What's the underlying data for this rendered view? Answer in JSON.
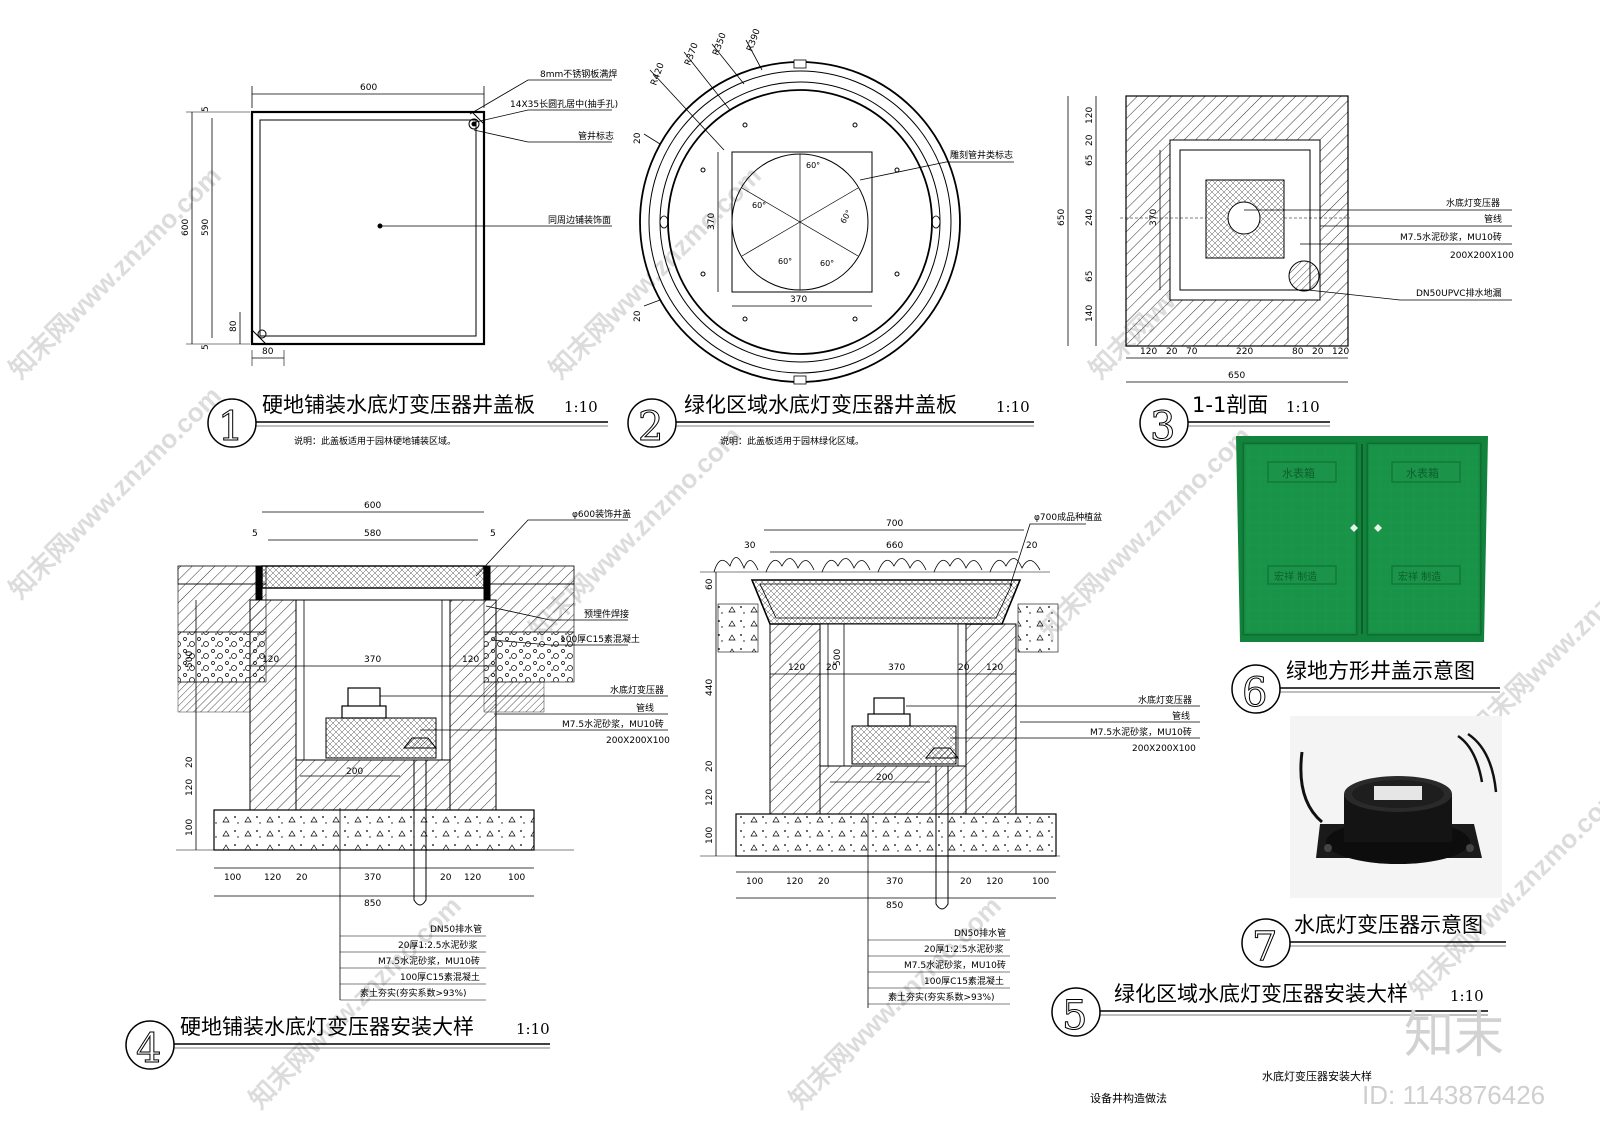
{
  "drawings": {
    "d1": {
      "number": "1",
      "title": "硬地铺装水底灯变压器井盖板",
      "scale": "1:10",
      "note": "说明：此盖板适用于园林硬地铺装区域。",
      "dims": {
        "top": "600",
        "left_outer": "600",
        "left_inner": "590",
        "left_top": "5",
        "left_bottom": "5",
        "corner_h": "80",
        "corner_w": "80"
      },
      "callouts": [
        "8mm不锈钢板满焊",
        "14X35长圆孔居中(抽手孔)",
        "管井标志",
        "同周边铺装饰面"
      ]
    },
    "d2": {
      "number": "2",
      "title": "绿化区域水底灯变压器井盖板",
      "scale": "1:10",
      "note": "说明：此盖板适用于园林绿化区域。",
      "radii": [
        "R420",
        "R370",
        "R350",
        "R390"
      ],
      "dims": {
        "inner_w": "370",
        "inner_h": "370",
        "gap_top": "20",
        "gap_bottom": "20"
      },
      "angles": [
        "60°",
        "60°",
        "60°",
        "60°",
        "60°"
      ],
      "callouts": [
        "雕刻管井类标志"
      ]
    },
    "d3": {
      "number": "3",
      "title": "1-1剖面",
      "scale": "1:10",
      "dims_left": [
        "120",
        "20",
        "65",
        "240",
        "65",
        "140"
      ],
      "dims_left_total": "650",
      "dims_bottom": [
        "120",
        "20",
        "70",
        "220",
        "80",
        "20",
        "120"
      ],
      "dims_bottom_total": "650",
      "inner": "370",
      "callouts": [
        "水底灯变压器",
        "管线",
        "M7.5水泥砂浆，MU10砖",
        "200X200X100",
        "DN50UPVC排水地漏"
      ]
    },
    "d4": {
      "number": "4",
      "title": "硬地铺装水底灯变压器安装大样",
      "scale": "1:10",
      "dims_top": {
        "outer": "600",
        "inner": "580",
        "left": "5",
        "right": "5"
      },
      "dims_mid": [
        "120",
        "370",
        "120"
      ],
      "dims_left": [
        "500",
        "20",
        "120",
        "100"
      ],
      "dims_bottom": [
        "100",
        "120",
        "20",
        "370",
        "20",
        "120",
        "100"
      ],
      "dims_bottom_total": "850",
      "small": "200",
      "callouts": [
        "φ600装饰井盖",
        "预埋件焊接",
        "100厚C15素混凝土",
        "水底灯变压器",
        "管线",
        "M7.5水泥砂浆，MU10砖",
        "200X200X100"
      ],
      "layers": [
        "DN50排水管",
        "20厚1:2.5水泥砂浆",
        "M7.5水泥砂浆，MU10砖",
        "100厚C15素混凝土",
        "素土夯实(夯实系数>93%)"
      ]
    },
    "d5": {
      "number": "5",
      "title": "绿化区域水底灯变压器安装大样",
      "scale": "1:10",
      "dims_top": {
        "outer": "700",
        "inner": "660",
        "left": "30",
        "right": "20"
      },
      "dims_left": [
        "60",
        "440",
        "20",
        "120",
        "100"
      ],
      "dim_500": "500",
      "dims_mid": [
        "120",
        "20",
        "370",
        "20",
        "120"
      ],
      "dims_bottom": [
        "100",
        "120",
        "20",
        "370",
        "20",
        "120",
        "100"
      ],
      "dims_bottom_total": "850",
      "small": "200",
      "callouts": [
        "φ700成品种植盆",
        "水底灯变压器",
        "管线",
        "M7.5水泥砂浆，MU10砖",
        "200X200X100"
      ],
      "layers": [
        "DN50排水管",
        "20厚1:2.5水泥砂浆",
        "M7.5水泥砂浆，MU10砖",
        "100厚C15素混凝土",
        "素土夯实(夯实系数>93%)"
      ]
    },
    "d6": {
      "number": "6",
      "title": "绿地方形井盖示意图",
      "cover_texts": [
        "水表箱",
        "水表箱",
        "宏祥 制造",
        "宏祥 制造"
      ]
    },
    "d7": {
      "number": "7",
      "title": "水底灯变压器示意图"
    }
  },
  "footer": {
    "left": "设备井构造做法",
    "right": "水底灯变压器安装大样"
  },
  "watermark": {
    "brand": "知末",
    "id": "ID: 1143876426",
    "site": "www.znzmo.com",
    "repeat": "知末网www.znzmo.com"
  },
  "colors": {
    "cover_green": "#1e9e4c",
    "cover_dark": "#15803a",
    "line": "#000000",
    "watermark": "#d9d9d9"
  }
}
